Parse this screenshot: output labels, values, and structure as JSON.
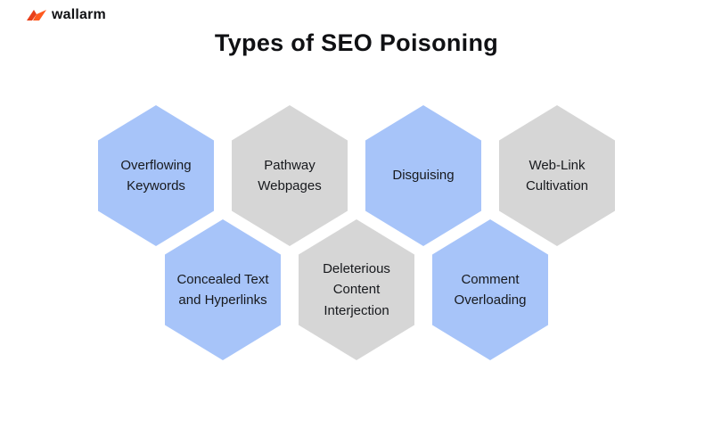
{
  "brand": {
    "logo_text": "wallarm",
    "logo_color": "#ff5a1f"
  },
  "title": "Types of SEO Poisoning",
  "diagram": {
    "colors": {
      "blue": "#a7c4f9",
      "gray": "#d6d6d6",
      "text": "#17191d"
    },
    "hexagons": [
      {
        "name": "overflowing-keywords",
        "text": "Overflowing\nKeywords",
        "fill": "#a7c4f9"
      },
      {
        "name": "pathway-webpages",
        "text": "Pathway\nWebpages",
        "fill": "#d6d6d6"
      },
      {
        "name": "disguising",
        "text": "Disguising",
        "fill": "#a7c4f9"
      },
      {
        "name": "web-link-cultivation",
        "text": "Web-Link\nCultivation",
        "fill": "#d6d6d6"
      },
      {
        "name": "concealed-text-and-hyperlinks",
        "text": "Concealed Text\nand Hyperlinks",
        "fill": "#a7c4f9"
      },
      {
        "name": "deleterious-content-interjection",
        "text": "Deleterious\nContent\nInterjection",
        "fill": "#d6d6d6"
      },
      {
        "name": "comment-overloading",
        "text": "Comment\nOverloading",
        "fill": "#a7c4f9"
      }
    ]
  }
}
